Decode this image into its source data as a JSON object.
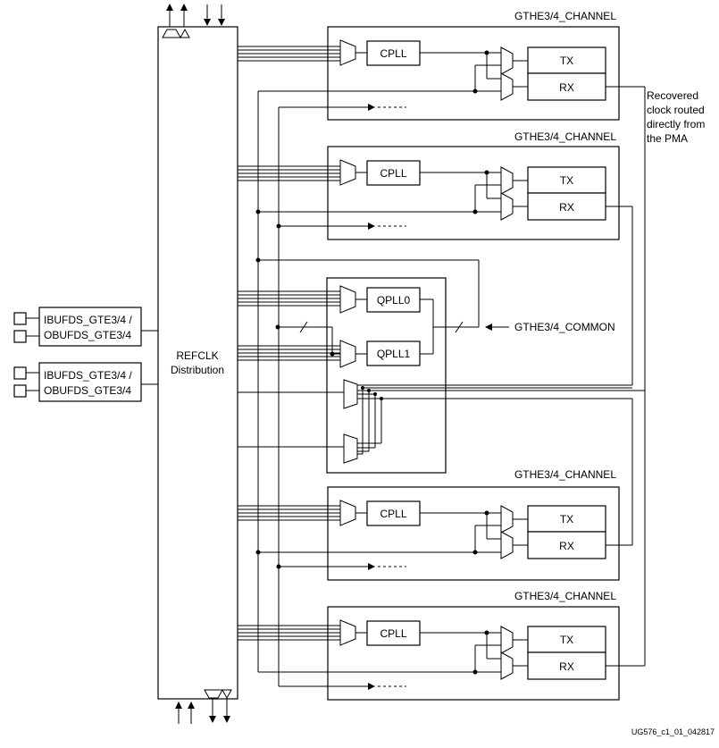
{
  "diagram": {
    "refclk_label_line1": "REFCLK",
    "refclk_label_line2": "Distribution",
    "ibufds_line1": "IBUFDS_GTE3/4 /",
    "ibufds_line2": "OBUFDS_GTE3/4",
    "channel_label": "GTHE3/4_CHANNEL",
    "common_label": "GTHE3/4_COMMON",
    "cpll_label": "CPLL",
    "qpll0_label": "QPLL0",
    "qpll1_label": "QPLL1",
    "tx_label": "TX",
    "rx_label": "RX",
    "recovered_clock_note": [
      "Recovered",
      "clock routed",
      "directly from",
      "the PMA"
    ],
    "figure_id": "UG576_c1_01_042817"
  }
}
